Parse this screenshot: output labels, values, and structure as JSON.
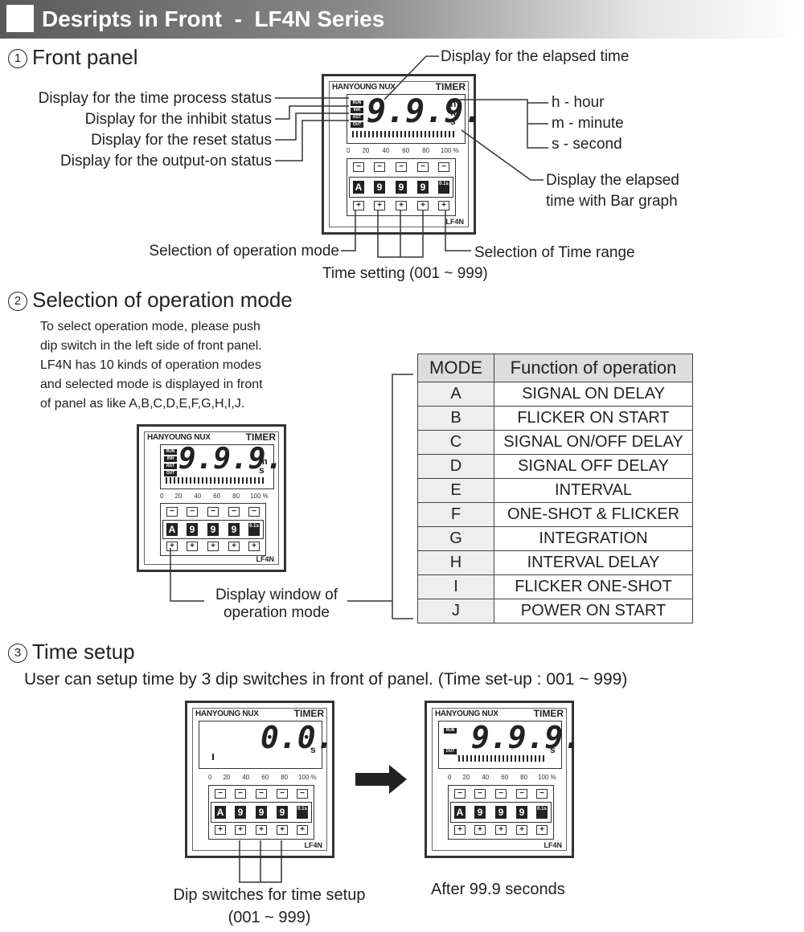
{
  "header": {
    "title": "Desripts in Front  -  LF4N Series"
  },
  "sections": {
    "s1": {
      "num": "1",
      "title": "Front panel"
    },
    "s2": {
      "num": "2",
      "title": "Selection of operation mode"
    },
    "s3": {
      "num": "3",
      "title": "Time setup"
    }
  },
  "device": {
    "brand": "HANYOUNG NUX",
    "type": "TIMER",
    "model": "LF4N",
    "indicators": [
      "RUN",
      "INH",
      "RST",
      "OUT"
    ],
    "display_digits": "9.9.9.",
    "units": [
      "h",
      "m",
      "s"
    ],
    "scale": [
      "0",
      "20",
      "40",
      "60",
      "80",
      "100 %"
    ],
    "switch_values": [
      "A",
      "9",
      "9",
      "9",
      "0.1s"
    ],
    "minus": "−",
    "plus": "+"
  },
  "front_panel_labels": {
    "elapsed": "Display for the elapsed time",
    "process": "Display for the time process status",
    "inhibit": "Display for the inhibit status",
    "reset": "Display for the reset status",
    "output": "Display for the output-on status",
    "hour": "h - hour",
    "minute": "m - minute",
    "second": "s - second",
    "bar1": "Display the elapsed",
    "bar2": "time with Bar graph",
    "opmode": "Selection of operation mode",
    "range": "Selection of Time range",
    "timeset": "Time setting (001 ~ 999)"
  },
  "mode_section": {
    "desc": [
      "To select operation mode, please push",
      "dip switch in the left side of front panel.",
      "LF4N has 10 kinds of operation modes",
      "and selected mode is displayed in front",
      "of panel as like  A,B,C,D,E,F,G,H,I,J."
    ],
    "window_label1": "Display window of",
    "window_label2": "operation mode"
  },
  "mode_table": {
    "headers": [
      "MODE",
      "Function of operation"
    ],
    "rows": [
      [
        "A",
        "SIGNAL ON DELAY"
      ],
      [
        "B",
        "FLICKER ON START"
      ],
      [
        "C",
        "SIGNAL ON/OFF DELAY"
      ],
      [
        "D",
        "SIGNAL OFF DELAY"
      ],
      [
        "E",
        "INTERVAL"
      ],
      [
        "F",
        "ONE-SHOT & FLICKER"
      ],
      [
        "G",
        "INTEGRATION"
      ],
      [
        "H",
        "INTERVAL DELAY"
      ],
      [
        "I",
        "FLICKER ONE-SHOT"
      ],
      [
        "J",
        "POWER ON START"
      ]
    ]
  },
  "time_setup": {
    "desc": "User can setup time by 3 dip switches in front of panel. (Time set-up : 001 ~ 999)",
    "start_digits": "0.0.",
    "end_digits": "9.9.9.",
    "unit": "s",
    "indicators_end": [
      "RUN",
      "OUT"
    ],
    "dip_label1": "Dip switches for time setup",
    "dip_label2": "(001 ~ 999)",
    "after_label": "After 99.9 seconds"
  }
}
